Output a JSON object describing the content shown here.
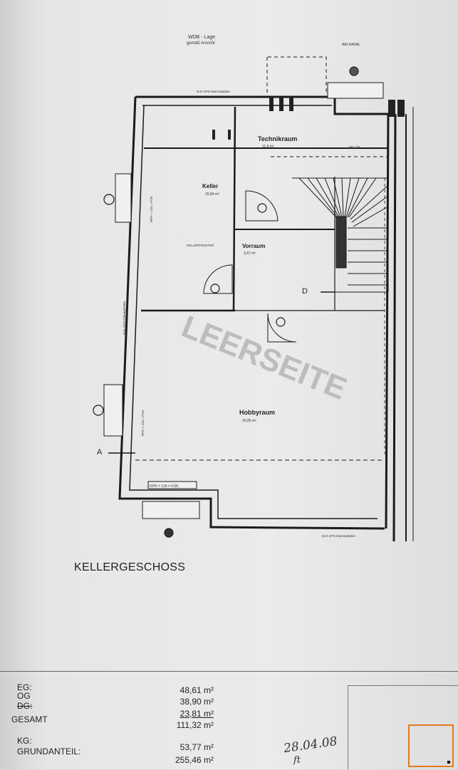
{
  "plan": {
    "rooms": {
      "keller": {
        "name": "Keller",
        "area": "15,84 m²"
      },
      "technikraum": {
        "name": "Technikraum",
        "area": "11,6 m²"
      },
      "vorraum": {
        "name": "Vorraum",
        "area": "3,47 m²"
      },
      "hobbyraum": {
        "name": "Hobbyraum",
        "area": "26,85 m²"
      }
    },
    "annotations": {
      "wdb_lage": "WDB - Lage",
      "gemaess_ansicht": "gemäß Ansicht",
      "section_a": "A",
      "section_d": "D",
      "leerseite": "LEERSEITE",
      "xps_top": "5cm XPS-Dämmplatten",
      "xps_left": "5cm XPS-Dämmplatten",
      "xps_bottom": "5cm XPS-Dämmplatten",
      "rph_bottom": "RPH = 134 = FOK",
      "rph_left1": "RPH = 134 = FOK",
      "rph_left2": "RPH = 134 = FOK",
      "ablkanal": "AW-KANAL",
      "kellerfenster": "KELLERFENSTER",
      "technik_rohr": "DN 125"
    },
    "title": "KELLERGESCHOSS"
  },
  "areas_table": {
    "rows": [
      {
        "label": "EG:",
        "value": "48,61 m²"
      },
      {
        "label": "OG",
        "value": "38,90 m²"
      },
      {
        "label": "DG:",
        "value": "23,81 m²"
      },
      {
        "label": "GESAMT",
        "value": "111,32 m²"
      },
      {
        "label": "KG:",
        "value": "53,77 m²"
      },
      {
        "label": "GRUNDANTEIL:",
        "value": "255,46 m²"
      }
    ],
    "signature_date": "28.04.08",
    "signature_initials": "ft"
  },
  "colors": {
    "ink": "#222222",
    "paper": "#e8e8e8",
    "orange_box": "#e07a1f"
  }
}
